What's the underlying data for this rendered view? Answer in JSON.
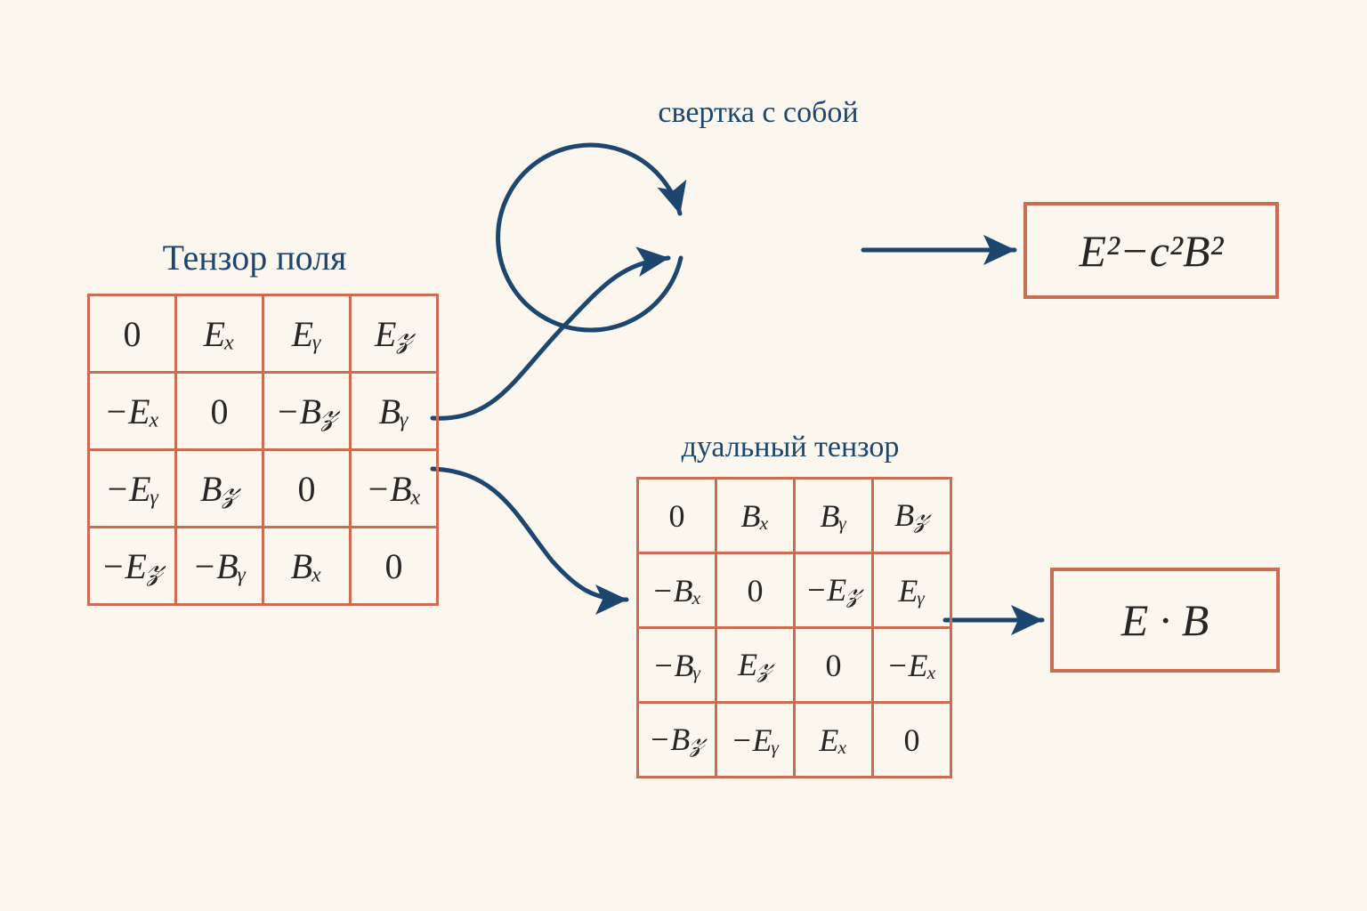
{
  "field_tensor": {
    "title": "Тензор поля",
    "rows": [
      [
        "0",
        "Eₓ",
        "Eᵧ",
        "E𝓏"
      ],
      [
        "−Eₓ",
        "0",
        "−B𝓏",
        "Bᵧ"
      ],
      [
        "−Eᵧ",
        "B𝓏",
        "0",
        "−Bₓ"
      ],
      [
        "−E𝓏",
        "−Bᵧ",
        "Bₓ",
        "0"
      ]
    ]
  },
  "contraction": {
    "label": "свертка с собой"
  },
  "dual_tensor": {
    "title": "дуальный тензор",
    "rows": [
      [
        "0",
        "Bₓ",
        "Bᵧ",
        "B𝓏"
      ],
      [
        "−Bₓ",
        "0",
        "−E𝓏",
        "Eᵧ"
      ],
      [
        "−Bᵧ",
        "E𝓏",
        "0",
        "−Eₓ"
      ],
      [
        "−B𝓏",
        "−Eᵧ",
        "Eₓ",
        "0"
      ]
    ]
  },
  "results": {
    "invariant1": "E²−c²B²",
    "invariant2": "E · B"
  },
  "colors": {
    "background": "#fbf6ee",
    "box_border": "#cb6d52",
    "arrow": "#1d466f",
    "text": "#262626"
  }
}
